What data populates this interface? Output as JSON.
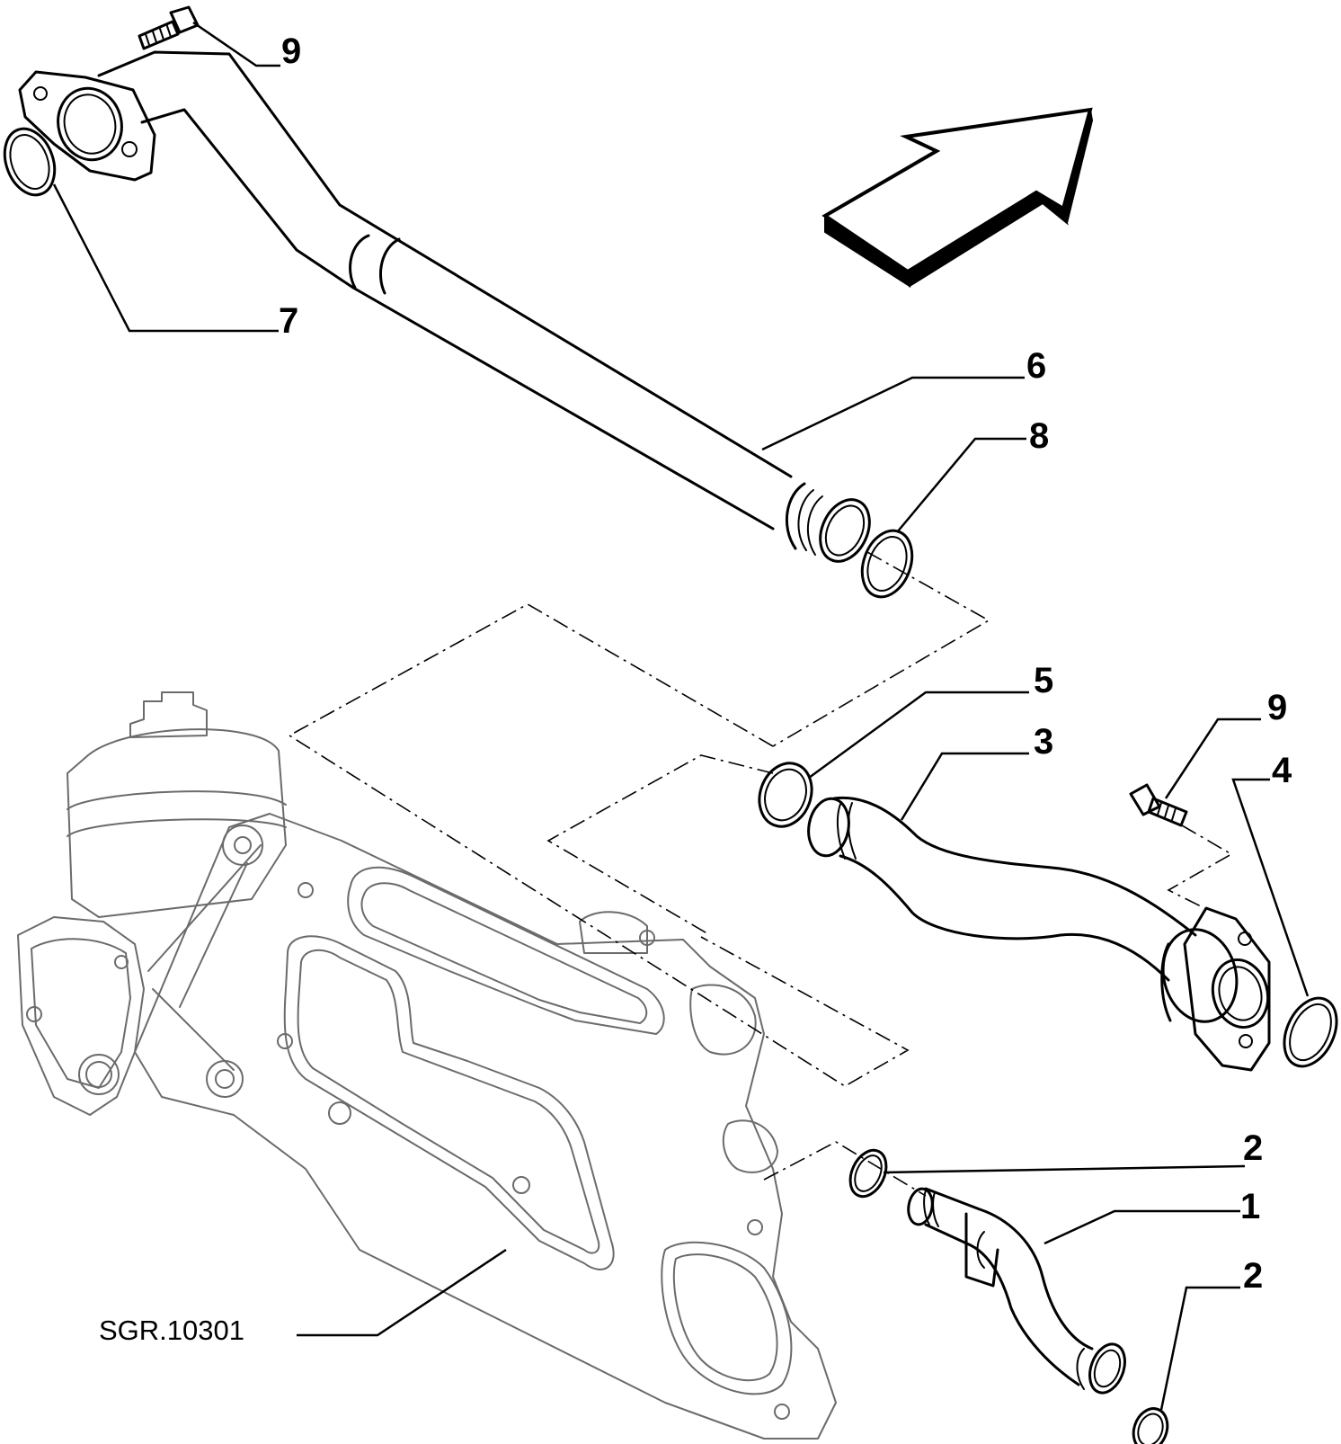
{
  "callouts": {
    "c9_top": "9",
    "c7": "7",
    "c6": "6",
    "c8": "8",
    "c5": "5",
    "c3": "3",
    "c9_right": "9",
    "c4": "4",
    "c2_upper": "2",
    "c1": "1",
    "c2_lower": "2"
  },
  "reference_code": "SGR.10301",
  "icons": {
    "direction_arrow": "direction-arrow-icon"
  }
}
